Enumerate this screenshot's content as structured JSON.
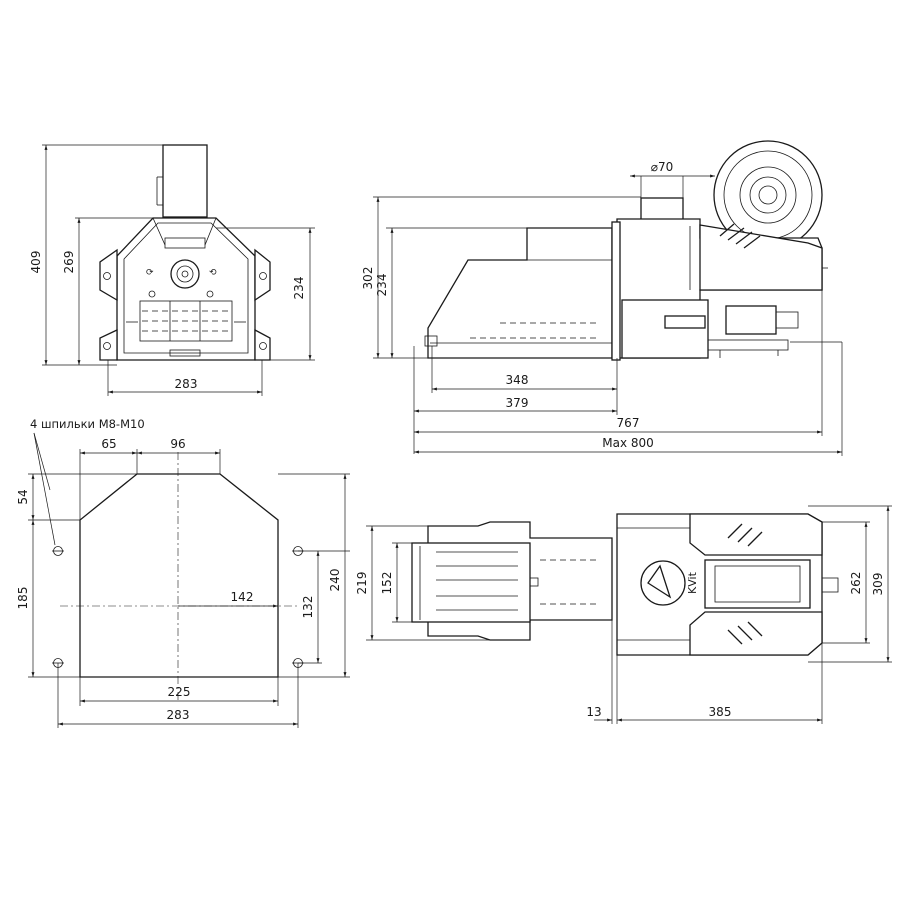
{
  "front_view": {
    "height_total": "409",
    "height_body": "269",
    "height_right": "234",
    "width": "283"
  },
  "side_view": {
    "flue_diameter": "⌀70",
    "height_total": "302",
    "height_body": "234",
    "len_348": "348",
    "len_379": "379",
    "len_767": "767",
    "len_max": "Max 800"
  },
  "flange_view": {
    "note": "4 шпильки М8-М10",
    "w_65": "65",
    "w_96": "96",
    "h_54": "54",
    "h_185": "185",
    "r_142": "142",
    "h_132": "132",
    "h_240": "240",
    "w_225": "225",
    "w_283": "283"
  },
  "top_view": {
    "h_219": "219",
    "h_152": "152",
    "h_262": "262",
    "h_309": "309",
    "w_13": "13",
    "w_385": "385",
    "brand": "KVit"
  }
}
